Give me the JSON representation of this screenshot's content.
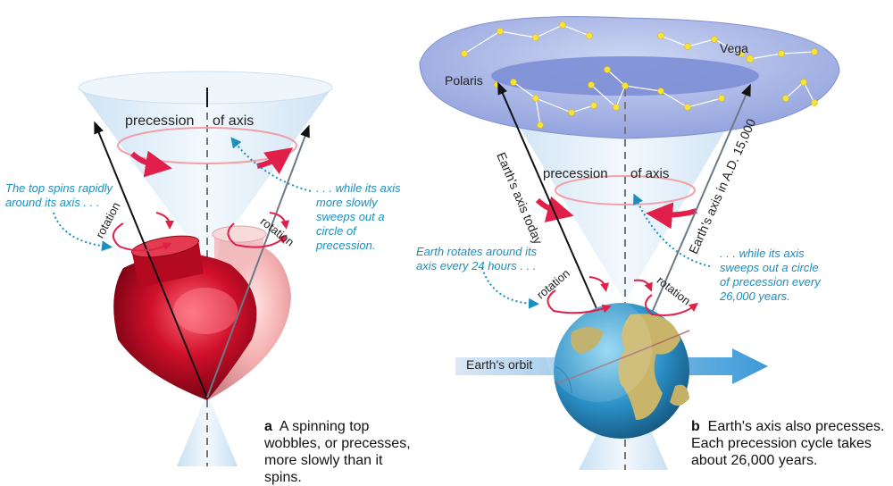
{
  "panel_a": {
    "precession_label": "precession",
    "axis_label": "of axis",
    "rotation_left": "rotation",
    "rotation_right": "rotation",
    "note_left": "The top spins rapidly around its axis . . .",
    "note_right": ". . . while its axis more slowly sweeps out a circle of precession.",
    "caption_letter": "a",
    "caption_text": "A spinning top wobbles, or precesses, more slowly than it spins."
  },
  "panel_b": {
    "polaris_label": "Polaris",
    "vega_label": "Vega",
    "precession_label": "precession",
    "axis_label": "of axis",
    "axis_today": "Earth's axis today",
    "axis_future": "Earth's axis in A.D. 15,000",
    "rotation_left": "rotation",
    "rotation_right": "rotation",
    "note_left": "Earth rotates around its axis every 24 hours . . .",
    "note_right": ". . . while its axis sweeps out a circle of precession every 26,000 years.",
    "orbit_label": "Earth's orbit",
    "caption_letter": "b",
    "caption_text": "Earth's axis also precesses. Each precession cycle takes about 26,000 years."
  },
  "colors": {
    "cone": "#dcecf8",
    "accent_red": "#e0204a",
    "note_blue": "#1a8fc0",
    "sky": "#a7b5e6",
    "star": "#f7e43a"
  }
}
